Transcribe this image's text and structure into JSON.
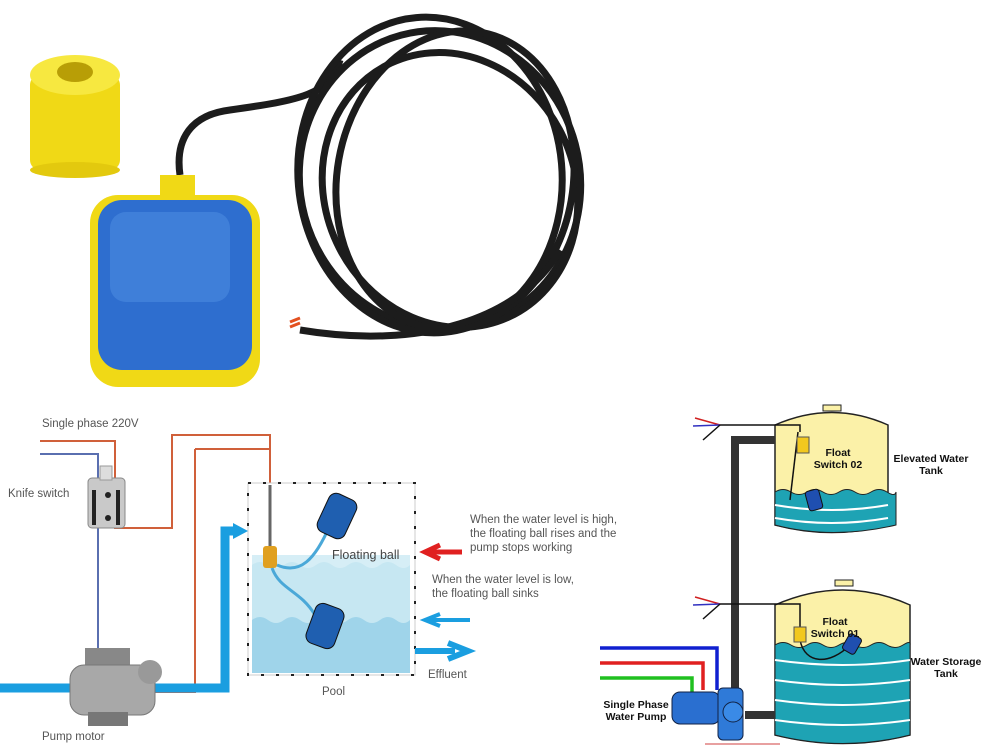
{
  "product_photo": {
    "float_body_color": "#2f6fd0",
    "float_trim_color": "#f2dc1c",
    "cable_color": "#1a1a1a"
  },
  "pool_diagram": {
    "power_label": "Single phase 220V",
    "knife_switch_label": "Knife switch",
    "floating_ball_label": "Floating ball",
    "high_level_text": [
      "When the water level is high,",
      "the floating ball rises and the",
      "pump stops working"
    ],
    "low_level_text": [
      "When the water level is low,",
      "the floating ball sinks"
    ],
    "effluent_label": "Effluent",
    "pool_label": "Pool",
    "pump_motor_label": "Pump motor",
    "water_color": "#bfe3f0",
    "pipe_color": "#1a9ee0",
    "wire_color": "#d0603a"
  },
  "tank_diagram": {
    "float_switch_02": [
      "Float",
      "Switch 02"
    ],
    "elevated_tank_label": [
      "Elevated Water",
      "Tank"
    ],
    "float_switch_01": [
      "Float",
      "Switch 01"
    ],
    "storage_tank_label": [
      "Water Storage",
      "Tank"
    ],
    "pump_label": [
      "Single Phase",
      "Water Pump"
    ],
    "tank_color": "#fbf1a8",
    "water_color": "#1ea3b4"
  }
}
